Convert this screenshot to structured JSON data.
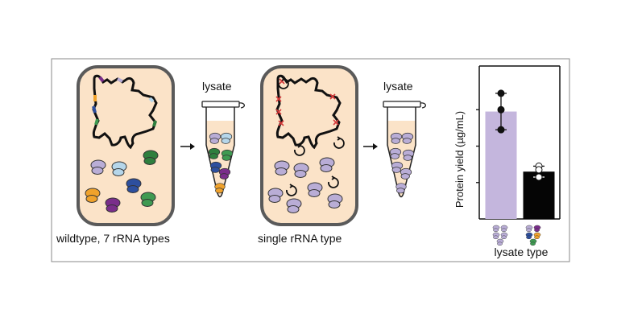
{
  "panel_left": {
    "caption": "wildtype, 7 rRNA types",
    "tube_label": "lysate"
  },
  "panel_middle": {
    "caption": "single rRNA type",
    "tube_label": "lysate"
  },
  "chart_data": {
    "type": "bar",
    "ylabel": "Protein yield (µg/mL)",
    "xlabel": "lysate type",
    "categories": [
      "single rRNA type",
      "wildtype, 7 rRNA types"
    ],
    "values": [
      2.95,
      1.3
    ],
    "points": [
      [
        3.45,
        3.0,
        2.45
      ],
      [
        1.45,
        1.35,
        1.15
      ]
    ],
    "error_bars": [
      [
        2.45,
        3.45
      ],
      [
        1.15,
        1.45
      ]
    ],
    "ylim": [
      0,
      4.2
    ],
    "ytick_values": [
      1,
      2,
      3
    ],
    "ytick_labels": false,
    "bar_colors": [
      "#c4b6dd",
      "#050505"
    ]
  },
  "colors": {
    "cell_fill": "#fbe3c8",
    "cell_border": "#5a5a5a",
    "ribosome_types": [
      "#b9add6",
      "#b5d6ea",
      "#2e7f3e",
      "#f0a22b",
      "#7a2e8b",
      "#2d4f9e",
      "#3f9a52"
    ],
    "single_type": "#b9add6",
    "rrna_mark": "#d63a3a"
  }
}
